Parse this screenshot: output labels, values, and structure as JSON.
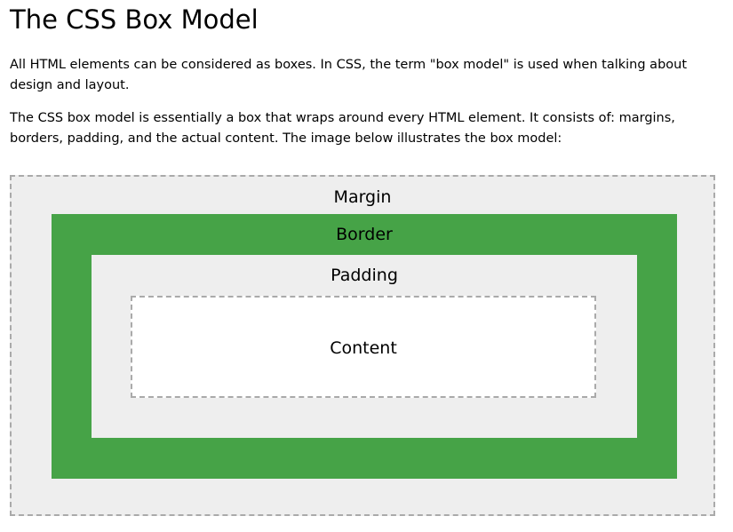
{
  "page": {
    "title": "The CSS Box Model",
    "paragraphs": [
      "All HTML elements can be considered as boxes. In CSS, the term \"box model\" is used when talking about design and layout.",
      "The CSS box model is essentially a box that wraps around every HTML element. It consists of: margins, borders, padding, and the actual content. The image below illustrates the box model:"
    ]
  },
  "diagram": {
    "type": "nested-box-model",
    "layers": [
      {
        "name": "margin",
        "label": "Margin",
        "background": "#eeeeee",
        "border_style": "2px dashed #aaaaaa"
      },
      {
        "name": "border",
        "label": "Border",
        "background": "#46a347",
        "border_style": "none"
      },
      {
        "name": "padding",
        "label": "Padding",
        "background": "#eeeeee",
        "border_style": "none"
      },
      {
        "name": "content",
        "label": "Content",
        "background": "#ffffff",
        "border_style": "2px dashed #aaaaaa"
      }
    ]
  },
  "colors": {
    "page_background": "#ffffff",
    "text": "#000000",
    "box_gray": "#eeeeee",
    "box_green": "#46a347",
    "dashed_border": "#aaaaaa"
  }
}
